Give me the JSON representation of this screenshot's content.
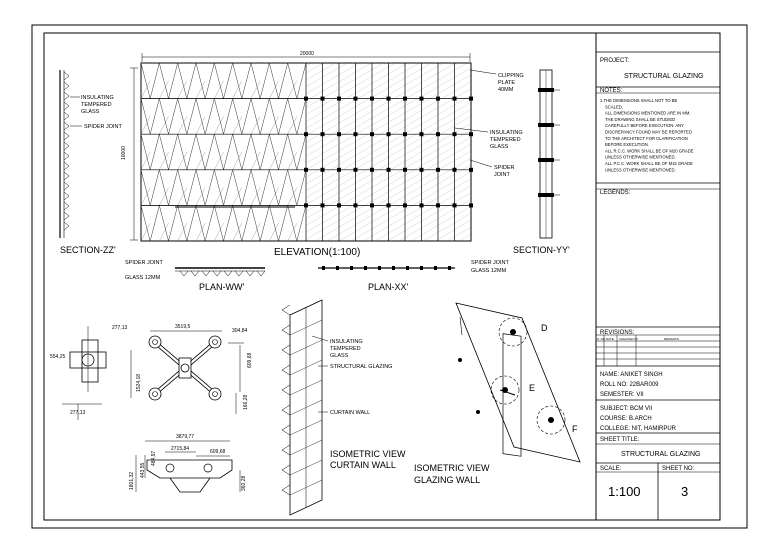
{
  "sheet": {
    "dimension_top": "20000",
    "dimension_side": "10000",
    "labels": {
      "section_zz": "SECTION-ZZ'",
      "elevation": "ELEVATION(1:100)",
      "section_yy": "SECTION-YY'",
      "plan_ww": "PLAN-WW'",
      "plan_xx": "PLAN-XX'",
      "isometric_curtain_1": "ISOMETRIC VIEW",
      "isometric_curtain_2": "CURTAIN WALL",
      "isometric_glazing_1": "ISOMETRIC VIEW",
      "isometric_glazing_2": "GLAZING WALL"
    },
    "callouts": {
      "insulating_1": "INSULATING",
      "tempered": "TEMPERED",
      "glass": "GLASS",
      "spider_joint": "SPIDER JOINT",
      "clipping_1": "CLIPPING",
      "clipping_2": "PLATE",
      "clipping_3": "40MM",
      "insulating_right_1": "INSULATING",
      "insulating_right_2": "TEMPERED",
      "insulating_right_3": "GLASS",
      "spider_right_1": "SPIDER",
      "spider_right_2": "JOINT",
      "plan_spider": "SPIDER JOINT",
      "plan_glass": "GLASS 12MM",
      "planxx_spider": "SPIDER JOINT",
      "planxx_glass": "GLASS 12MM",
      "curtain_insulating_1": "INSULATING",
      "curtain_insulating_2": "TEMPERED",
      "curtain_insulating_3": "GLASS",
      "curtain_structural": "STRUCTURAL GLAZING",
      "curtain_wall": "CURTAIN WALL",
      "detail_d": "D",
      "detail_e": "E",
      "detail_f": "F"
    },
    "detail_dims": {
      "d1": "277,13",
      "d2": "3519,5",
      "d3": "304,84",
      "d4": "554,25",
      "d5": "609,68",
      "d6": "1524,18",
      "d7": "166,28",
      "d8": "277,13",
      "d9": "3879,77",
      "d10": "2715,84",
      "d11": "609,68",
      "d12": "484,97",
      "d13": "1801,32",
      "d14": "443,55",
      "d15": "360,28"
    }
  },
  "title_block": {
    "project_label": "PROJECT:",
    "project_name": "STRUCTURAL GLAZING",
    "notes_label": "NOTES:",
    "notes": [
      "1.THE DIMENSIONS SHALL NOT TO BE",
      "SCALED.",
      "ALL DIMENSIONS MENTIONED ARE IN MM.",
      "THE DRAWING SHALL BE STUDIED",
      "CAREFULLY BEFORE EXECUTION. ANY",
      "DISCREPANCY FOUND MAY BE REPORTED",
      "TO THE ARCHITECT FOR CLARIFICATION",
      "BEFORE EXECUTION.",
      "ALL R.C.C. WORK SHALL BE OF M20 GRADE",
      "UNLESS OTHERWISE MENTIONED.",
      "ALL P.C.C. WORK SHALL BE OF M15 GRADE",
      "UNLESS OTHERWISE MENTIONED."
    ],
    "legends_label": "LEGENDS:",
    "revisions_label": "REVISIONS:",
    "revisions_headers": [
      "S. NO.",
      "DATE",
      "CHECKED BY",
      "REMARKS"
    ],
    "name": "NAME: ANIKET SINGH",
    "roll": "ROLL NO: 22BAR009",
    "semester": "SEMESTER: VII",
    "subject": "SUBJECT: BCM VII",
    "course": "COURSE: B.ARCH",
    "college": "COLLEGE: NIT, HAMIRPUR",
    "sheet_title_label": "SHEET TITLE:",
    "sheet_title": "STRUCTURAL GLAZING",
    "scale_label": "SCALE:",
    "sheet_no_label": "SHEET NO:",
    "scale": "1:100",
    "sheet_no": "3"
  }
}
